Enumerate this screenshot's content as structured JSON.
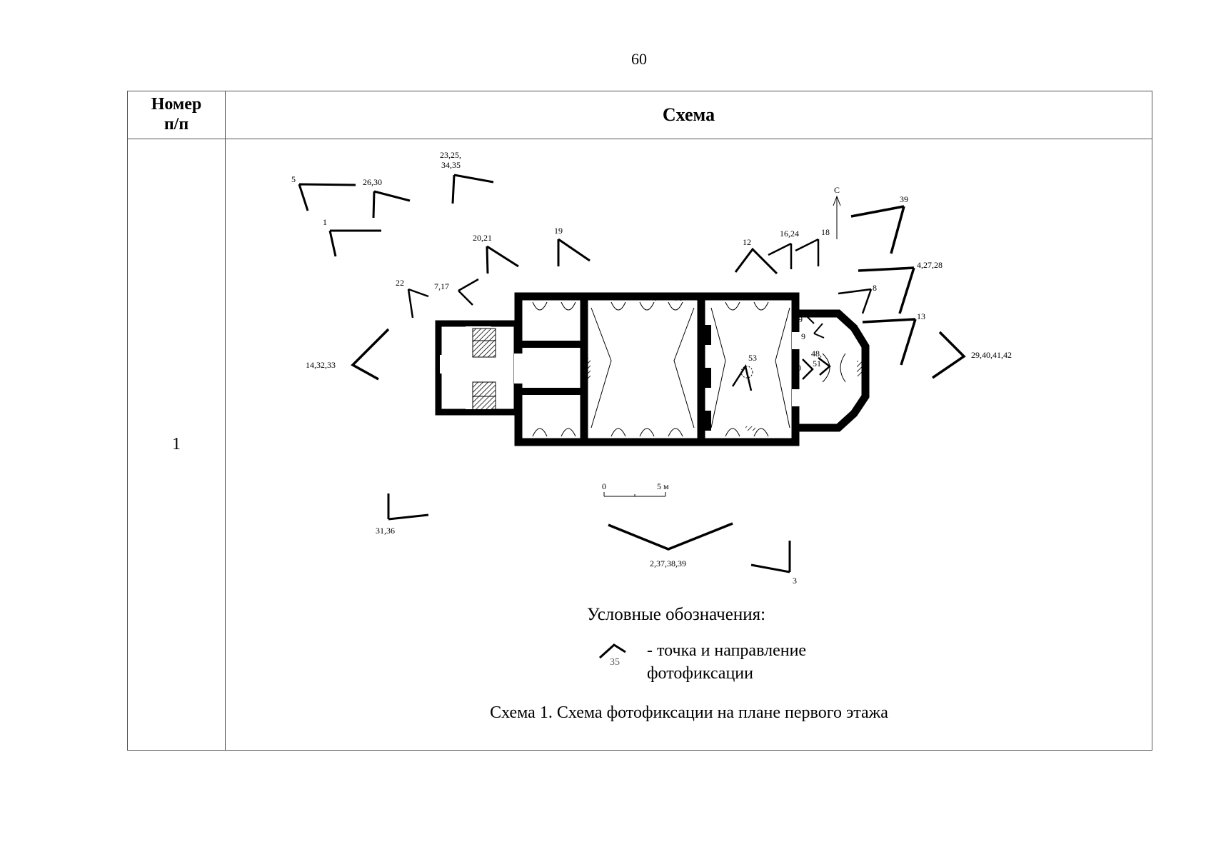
{
  "page": {
    "number": "60"
  },
  "table": {
    "header_num": [
      "Номер",
      "п/п"
    ],
    "header_scheme": "Схема",
    "row_num": "1"
  },
  "scheme": {
    "north_label": "С",
    "scale_zero": "0",
    "scale_end": "5 м",
    "markers": [
      {
        "label": "5",
        "kind": "corner"
      },
      {
        "label": "26,30",
        "kind": "corner"
      },
      {
        "label": "23,25,",
        "kind": "corner"
      },
      {
        "label": "34,35",
        "kind": "corner"
      },
      {
        "label": "1",
        "kind": "corner"
      },
      {
        "label": "20,21",
        "kind": "corner"
      },
      {
        "label": "19",
        "kind": "corner"
      },
      {
        "label": "22",
        "kind": "corner"
      },
      {
        "label": "7,17",
        "kind": "corner"
      },
      {
        "label": "14,32,33",
        "kind": "chevron"
      },
      {
        "label": "12",
        "kind": "chevron"
      },
      {
        "label": "16,24",
        "kind": "corner"
      },
      {
        "label": "18",
        "kind": "corner"
      },
      {
        "label": "39",
        "kind": "corner"
      },
      {
        "label": "4,27,28",
        "kind": "corner"
      },
      {
        "label": "8",
        "kind": "corner"
      },
      {
        "label": "13",
        "kind": "corner"
      },
      {
        "label": "29,40,41,42",
        "kind": "chevron"
      },
      {
        "label": "49",
        "kind": "corner"
      },
      {
        "label": "9",
        "kind": "corner"
      },
      {
        "label": "48,",
        "kind": "corner"
      },
      {
        "label": "51",
        "kind": "corner"
      },
      {
        "label": "50",
        "kind": "corner"
      },
      {
        "label": "53",
        "kind": "corner"
      },
      {
        "label": "31,36",
        "kind": "corner"
      },
      {
        "label": "2,37,38,39",
        "kind": "chevron"
      },
      {
        "label": "3",
        "kind": "corner"
      }
    ]
  },
  "legend": {
    "title": "Условные обозначения:",
    "icon_label": "35",
    "line1": "- точка и направление",
    "line2": "фотофиксации"
  },
  "caption": "Схема 1. Схема фотофиксации на плане первого этажа"
}
